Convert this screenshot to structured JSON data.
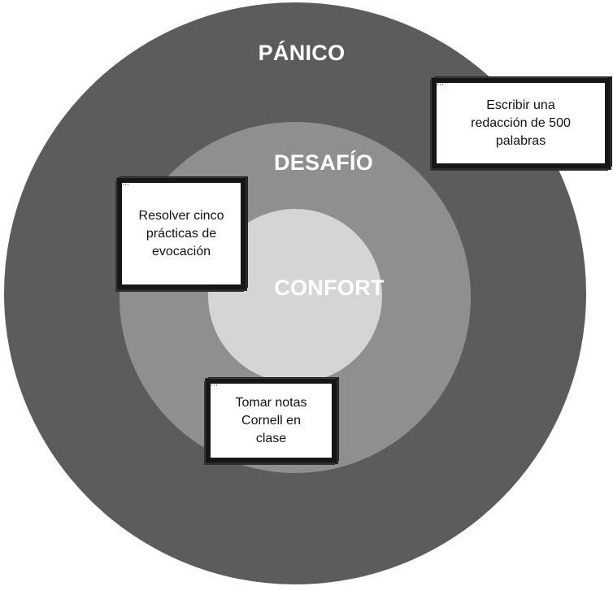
{
  "diagram": {
    "zones": {
      "outer": "PÁNICO",
      "middle": "DESAFÍO",
      "inner": "CONFORT"
    },
    "cards": [
      {
        "text": "Escribir una redacción de 500 palabras"
      },
      {
        "text": "Resolver cinco prácticas de evocación"
      },
      {
        "text": "Tomar notas Cornell en clase"
      }
    ]
  },
  "colors": {
    "outer": "#5c5c5c",
    "middle": "#8f8f8f",
    "inner": "#d5d5d5"
  }
}
